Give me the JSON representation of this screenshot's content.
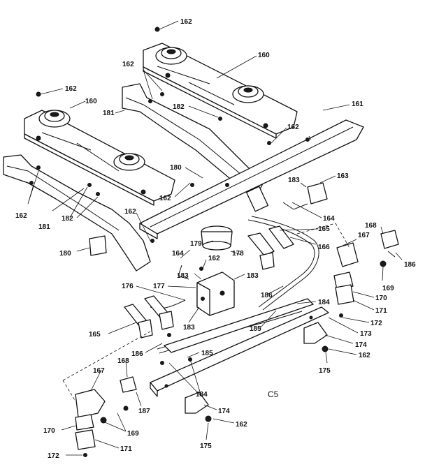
{
  "diagram": {
    "section_code": "C5",
    "labels": [
      {
        "key": "l01",
        "text": "162"
      },
      {
        "key": "l02",
        "text": "162"
      },
      {
        "key": "l03",
        "text": "160"
      },
      {
        "key": "l04",
        "text": "162"
      },
      {
        "key": "l05",
        "text": "160"
      },
      {
        "key": "l06",
        "text": "181"
      },
      {
        "key": "l07",
        "text": "182"
      },
      {
        "key": "l08",
        "text": "161"
      },
      {
        "key": "l09",
        "text": "162"
      },
      {
        "key": "l10",
        "text": "180"
      },
      {
        "key": "l11",
        "text": "163"
      },
      {
        "key": "l12",
        "text": "162"
      },
      {
        "key": "l13",
        "text": "183"
      },
      {
        "key": "l14",
        "text": "162"
      },
      {
        "key": "l15",
        "text": "181"
      },
      {
        "key": "l16",
        "text": "182"
      },
      {
        "key": "l17",
        "text": "164"
      },
      {
        "key": "l18",
        "text": "162"
      },
      {
        "key": "l19",
        "text": "168"
      },
      {
        "key": "l20",
        "text": "165"
      },
      {
        "key": "l21",
        "text": "167"
      },
      {
        "key": "l22",
        "text": "180"
      },
      {
        "key": "l23",
        "text": "179"
      },
      {
        "key": "l24",
        "text": "166"
      },
      {
        "key": "l25",
        "text": "186"
      },
      {
        "key": "l26",
        "text": "178"
      },
      {
        "key": "l27",
        "text": "164"
      },
      {
        "key": "l28",
        "text": "162"
      },
      {
        "key": "l29",
        "text": "183"
      },
      {
        "key": "l30",
        "text": "183"
      },
      {
        "key": "l31",
        "text": "169"
      },
      {
        "key": "l32",
        "text": "176"
      },
      {
        "key": "l33",
        "text": "177"
      },
      {
        "key": "l34",
        "text": "170"
      },
      {
        "key": "l35",
        "text": "186"
      },
      {
        "key": "l36",
        "text": "171"
      },
      {
        "key": "l37",
        "text": "184"
      },
      {
        "key": "l38",
        "text": "172"
      },
      {
        "key": "l39",
        "text": "183"
      },
      {
        "key": "l40",
        "text": "185"
      },
      {
        "key": "l41",
        "text": "173"
      },
      {
        "key": "l42",
        "text": "165"
      },
      {
        "key": "l43",
        "text": "174"
      },
      {
        "key": "l44",
        "text": "186"
      },
      {
        "key": "l45",
        "text": "185"
      },
      {
        "key": "l46",
        "text": "162"
      },
      {
        "key": "l47",
        "text": "168"
      },
      {
        "key": "l48",
        "text": "175"
      },
      {
        "key": "l49",
        "text": "167"
      },
      {
        "key": "l50",
        "text": "187"
      },
      {
        "key": "l51",
        "text": "184"
      },
      {
        "key": "l52",
        "text": "174"
      },
      {
        "key": "l53",
        "text": "170"
      },
      {
        "key": "l54",
        "text": "169"
      },
      {
        "key": "l55",
        "text": "162"
      },
      {
        "key": "l56",
        "text": "175"
      },
      {
        "key": "l57",
        "text": "171"
      },
      {
        "key": "l58",
        "text": "172"
      }
    ]
  }
}
